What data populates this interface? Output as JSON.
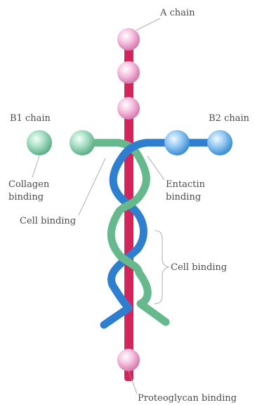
{
  "labels": {
    "a_chain": "A chain",
    "b1_chain": "B1 chain",
    "b2_chain": "B2 chain",
    "collagen_binding_1": "Collagen",
    "collagen_binding_2": "binding",
    "entactin_binding_1": "Entactin",
    "entactin_binding_2": "binding",
    "cell_binding_upper": "Cell binding",
    "cell_binding_right": "Cell binding",
    "proteoglycan_binding": "Proteoglycan binding"
  },
  "colors": {
    "a_chain": "#d4245c",
    "b1_chain": "#66b98c",
    "b2_chain": "#2f7fd0",
    "pink_globule": "#f3b4d6",
    "green_globule": "#a4dcc4",
    "blue_globule": "#8ec4f0",
    "label_text": "#4a4a4a",
    "leader_line": "#9a9a9a"
  }
}
